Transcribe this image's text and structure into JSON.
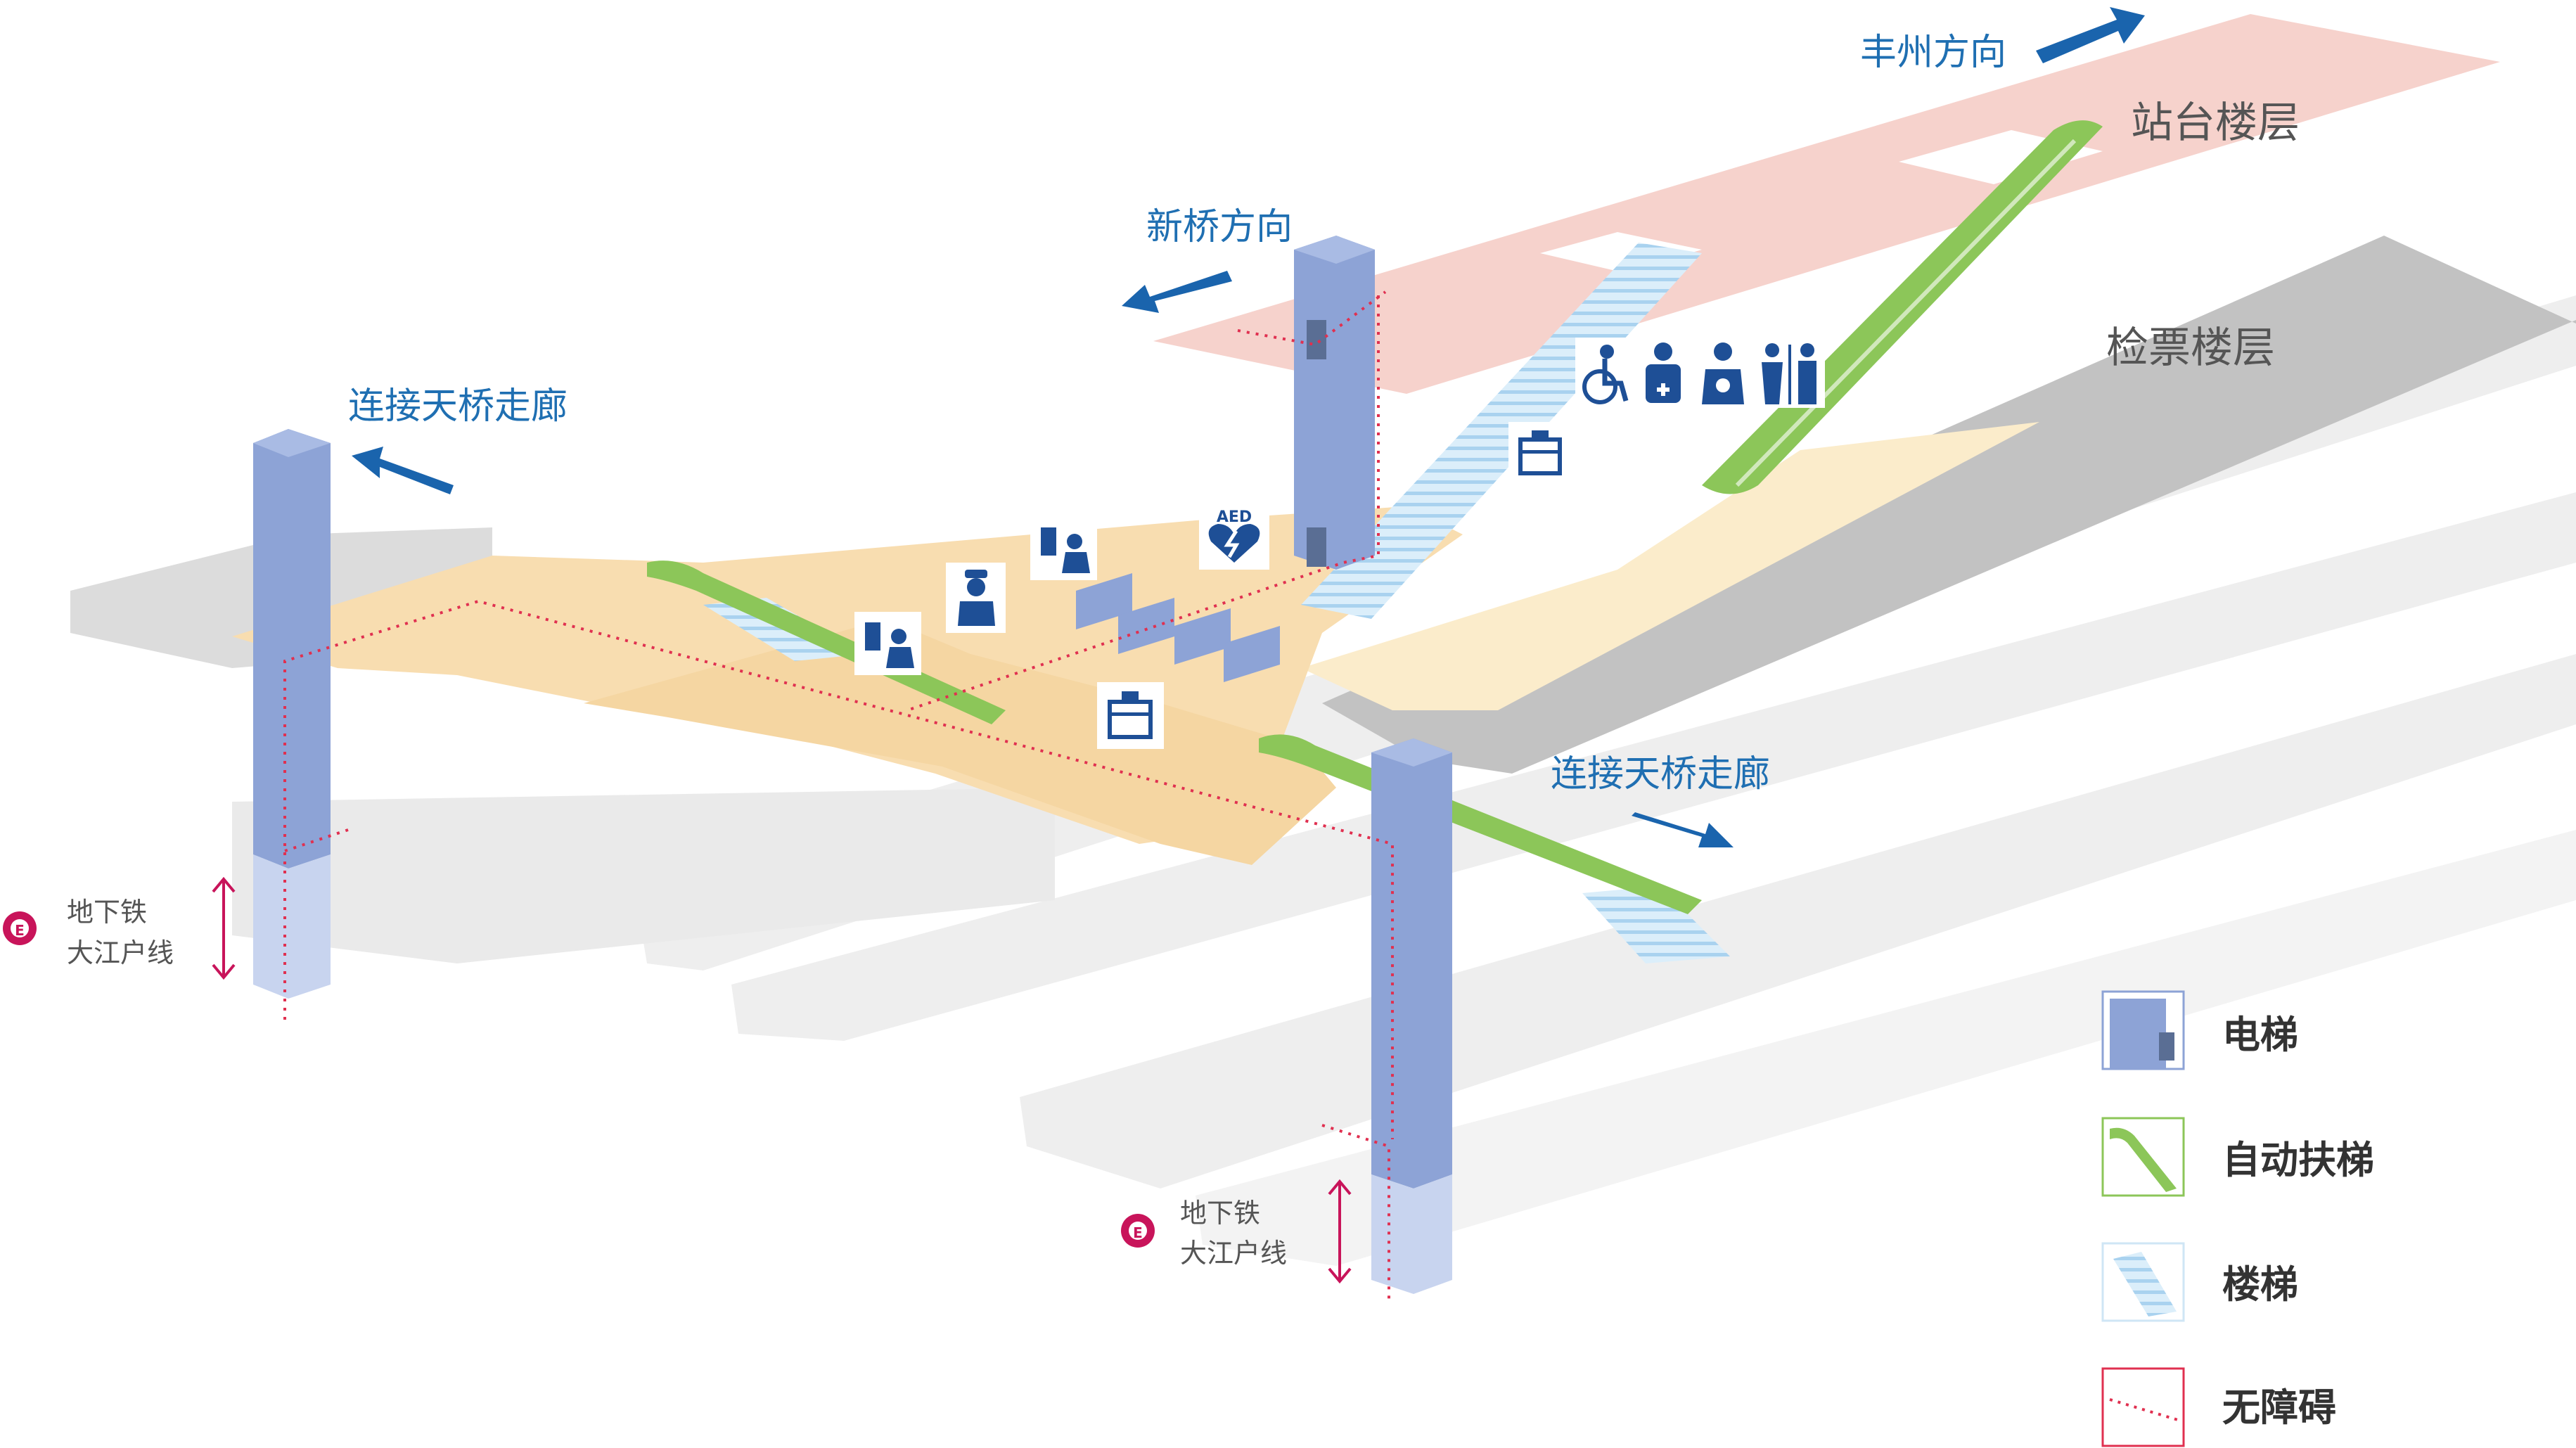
{
  "labels": {
    "toyosu_direction": "丰州方向",
    "shimbashi_direction": "新桥方向",
    "platform_floor": "站台楼层",
    "ticket_floor": "检票楼层",
    "bridge_left": "连接天桥走廊",
    "bridge_right": "连接天桥走廊",
    "aed": "AED"
  },
  "subway": [
    {
      "line1": "地下铁",
      "line2": "大江户线",
      "badge": "E"
    },
    {
      "line1": "地下铁",
      "line2": "大江户线",
      "badge": "E"
    }
  ],
  "legend": [
    {
      "key": "elevator",
      "label": "电梯"
    },
    {
      "key": "escalator",
      "label": "自动扶梯"
    },
    {
      "key": "stairs",
      "label": "楼梯"
    },
    {
      "key": "barrier_free",
      "label": "无障碍"
    }
  ],
  "colors": {
    "direction_text": "#1f6fb2",
    "arrow": "#1a64ad",
    "platform": "#f6d2cc",
    "concourse": "#f8ddb0",
    "ticket_floor": "#c2c2c2",
    "elevator": "#8da3d6",
    "escalator": "#8cc659",
    "stairs": "#cfe6f5",
    "barrier_free_route": "#e03050",
    "subway_badge": "#c8145a",
    "icon_box": "#1e4f96"
  },
  "icons": [
    "wheelchair-icon",
    "ostomate-icon",
    "baby-changing-icon",
    "restroom-icon",
    "coin-locker-icon",
    "ticket-machine-icon",
    "station-staff-icon",
    "aed-icon"
  ]
}
